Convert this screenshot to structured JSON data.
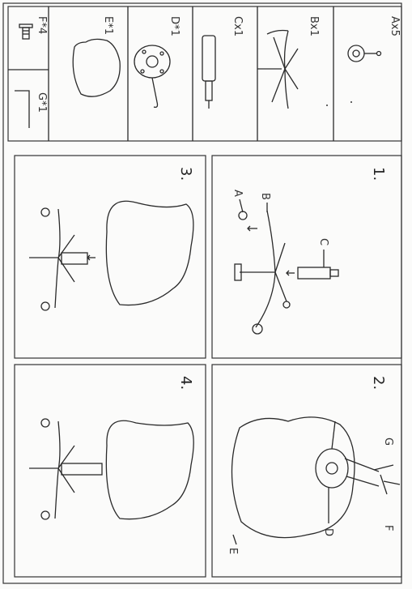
{
  "parts": [
    {
      "id": "A",
      "label": "Ax5"
    },
    {
      "id": "B",
      "label": "Bx1"
    },
    {
      "id": "C",
      "label": "Cx1"
    },
    {
      "id": "D",
      "label": "D*1"
    },
    {
      "id": "E",
      "label": "E*1"
    },
    {
      "id": "F",
      "label": "F*4"
    },
    {
      "id": "G",
      "label": "G*1"
    }
  ],
  "steps": [
    {
      "number": "1.",
      "callouts": [
        "A",
        "B",
        "C"
      ]
    },
    {
      "number": "2.",
      "callouts": [
        "G",
        "F",
        "D",
        "E"
      ]
    },
    {
      "number": "3."
    },
    {
      "number": "4."
    }
  ]
}
